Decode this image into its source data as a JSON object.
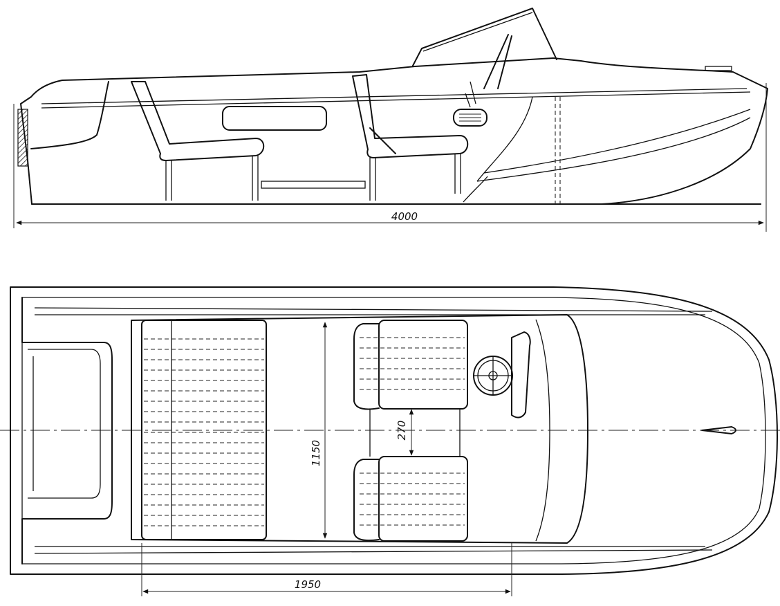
{
  "drawing": {
    "side_view": {
      "overall_length_label": "4000"
    },
    "plan_view": {
      "width_label": "1150",
      "gap_label": "270",
      "length_label": "1950"
    }
  }
}
